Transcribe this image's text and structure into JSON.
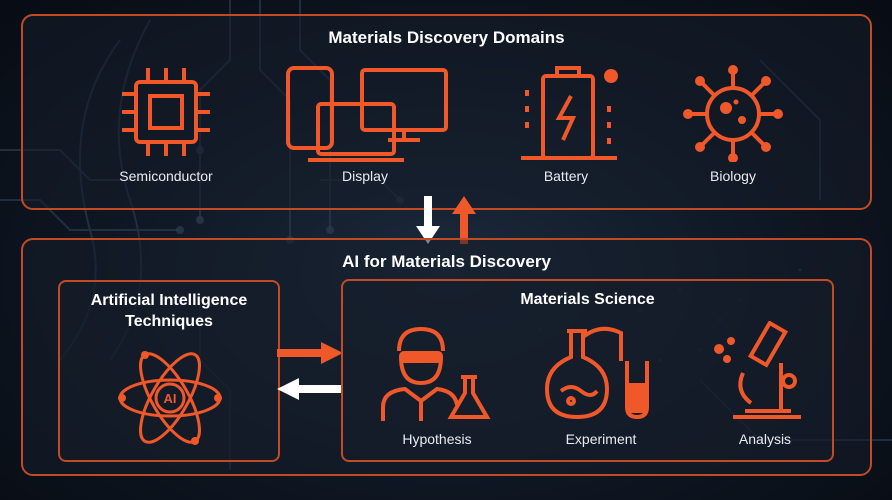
{
  "domains": {
    "title": "Materials Discovery Domains",
    "items": [
      {
        "label": "Semiconductor",
        "icon": "chip-icon"
      },
      {
        "label": "Display",
        "icon": "devices-icon"
      },
      {
        "label": "Battery",
        "icon": "battery-icon"
      },
      {
        "label": "Biology",
        "icon": "virus-icon"
      }
    ]
  },
  "ai_panel": {
    "title": "AI for Materials Discovery",
    "techniques": {
      "title": "Artificial Intelligence Techniques",
      "icon_text": "AI",
      "icon": "atom-icon"
    },
    "science": {
      "title": "Materials Science",
      "items": [
        {
          "label": "Hypothesis",
          "icon": "scientist-icon"
        },
        {
          "label": "Experiment",
          "icon": "flask-icon"
        },
        {
          "label": "Analysis",
          "icon": "microscope-icon"
        }
      ]
    }
  },
  "colors": {
    "accent": "#f0582a",
    "border": "#c24a25",
    "background": "#0e1622",
    "text": "#ffffff"
  }
}
